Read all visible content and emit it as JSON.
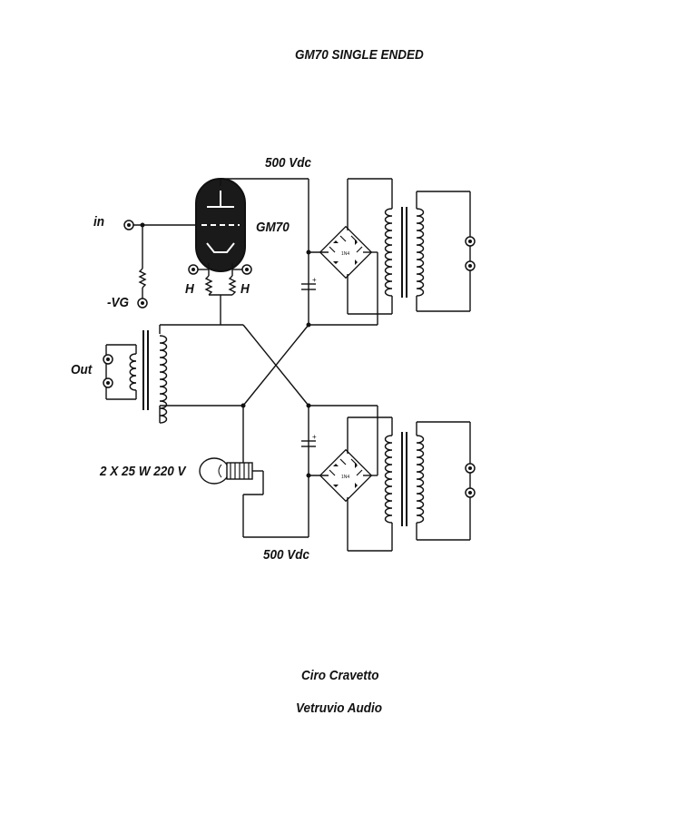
{
  "title": "GM70  SINGLE ENDED",
  "labels": {
    "supply_top": "500 Vdc",
    "tube": "GM70",
    "input": "in",
    "grid_bias": "-VG",
    "heater_left": "H",
    "heater_right": "H",
    "output": "Out",
    "lamps": "2 X 25 W 220 V",
    "supply_bottom": "500 Vdc",
    "bridge_marking": "1N4"
  },
  "credits": {
    "author": "Ciro Cravetto",
    "company": "Vetruvio Audio"
  },
  "colors": {
    "ink": "#111111",
    "tube_fill": "#1a1a1a",
    "background": "#ffffff"
  }
}
